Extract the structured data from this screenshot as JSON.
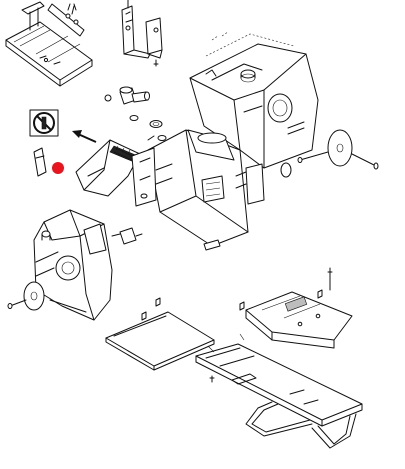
{
  "diagram": {
    "highlight_color": "#e8141e",
    "line_color": "#111111",
    "background": "#ffffff",
    "icons": [
      "no-tool-prohibition-icon",
      "tool-icon",
      "removal-arrow-icon"
    ],
    "components": [
      "upper-bracket-assembly",
      "vertical-bracket",
      "side-bracket",
      "pipe-fitting",
      "bolt-set",
      "main-tank",
      "tank-cap",
      "center-housing",
      "cover-panel",
      "shield-plate",
      "lower-tank",
      "tank-cap-lower",
      "wheel-disc-right",
      "wheel-disc-left",
      "axle-pin-right",
      "axle-pin-left",
      "connector-block",
      "screw-set",
      "tray-plate",
      "mounting-plate",
      "frame-base",
      "handle-frame"
    ]
  }
}
